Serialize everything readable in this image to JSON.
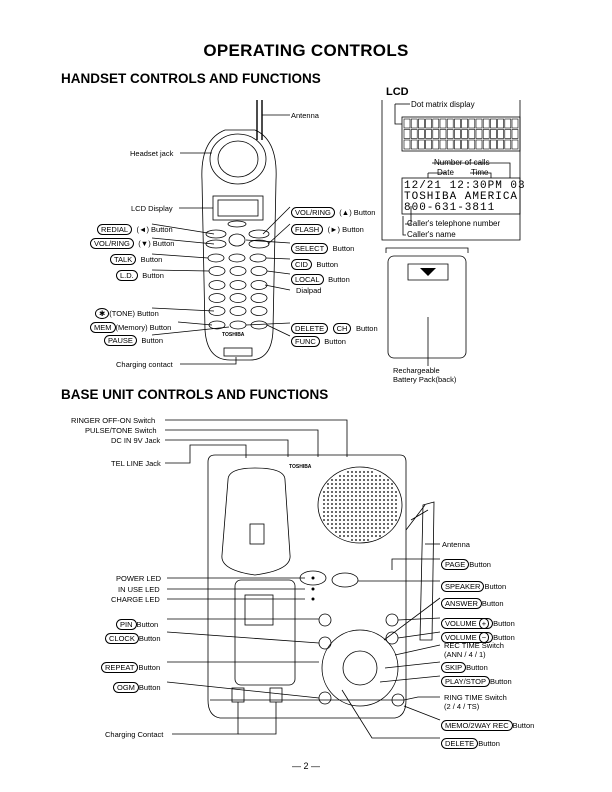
{
  "title": "OPERATING CONTROLS",
  "handset": {
    "heading": "HANDSET CONTROLS AND FUNCTIONS",
    "labels": {
      "antenna": "Antenna",
      "headset_jack": "Headset jack",
      "lcd_display": "LCD Display",
      "charging_contact": "Charging contact",
      "dialpad": "Dialpad"
    },
    "left_buttons": [
      {
        "key": "REDIAL",
        "suffix": "(◄) Button"
      },
      {
        "key": "VOL/RING",
        "suffix": "(▼) Button"
      },
      {
        "key": "TALK",
        "suffix": "Button"
      },
      {
        "key": "L.D.",
        "suffix": "Button"
      },
      {
        "key": "✱",
        "suffix": "(TONE) Button"
      },
      {
        "key": "MEM",
        "suffix": "(Memory) Button"
      },
      {
        "key": "PAUSE",
        "suffix": "Button"
      }
    ],
    "right_buttons": [
      {
        "key": "VOL/RING",
        "suffix": "(▲) Button"
      },
      {
        "key": "FLASH",
        "suffix": "(►) Button"
      },
      {
        "key": "SELECT",
        "suffix": "Button"
      },
      {
        "key": "CID",
        "suffix": "Button"
      },
      {
        "key": "LOCAL",
        "suffix": "Button"
      },
      {
        "key": "DELETE",
        "key2": "CH",
        "suffix": "Button"
      },
      {
        "key": "FUNC",
        "suffix": "Button"
      }
    ],
    "brand": "TOSHIBA"
  },
  "lcd": {
    "heading": "LCD",
    "dot_matrix": "Dot matrix display",
    "number_of_calls": "Number of calls",
    "date": "Date",
    "time": "Time",
    "row1": "12/21 12:30PM 03",
    "row2": "TOSHIBA AMERICA",
    "row3": "800-631-3811",
    "callers_number": "Caller's telephone number",
    "callers_name": "Caller's name"
  },
  "battery": {
    "label_line1": "Rechargeable",
    "label_line2": "Battery Pack(back)"
  },
  "base": {
    "heading": "BASE UNIT CONTROLS AND FUNCTIONS",
    "top_labels": {
      "ringer": "RINGER OFF-ON Switch",
      "pulse": "PULSE/TONE Switch",
      "dcin": "DC IN 9V Jack",
      "telline": "TEL LINE Jack"
    },
    "left_leds": [
      "POWER LED",
      "IN USE LED",
      "CHARGE LED"
    ],
    "left_buttons": [
      {
        "key": "PIN",
        "suffix": "Button"
      },
      {
        "key": "CLOCK",
        "suffix": "Button"
      },
      {
        "key": "REPEAT",
        "suffix": "Button"
      },
      {
        "key": "OGM",
        "suffix": "Button"
      }
    ],
    "charging_contact": "Charging Contact",
    "antenna": "Antenna",
    "right_buttons": [
      {
        "key": "PAGE",
        "suffix": "Button"
      },
      {
        "key": "SPEAKER",
        "suffix": "Button"
      },
      {
        "key": "ANSWER",
        "suffix": "Button"
      },
      {
        "key": "VOLUME",
        "sym": "+",
        "suffix": "Button"
      },
      {
        "key": "VOLUME",
        "sym": "−",
        "suffix": "Button"
      }
    ],
    "rec_time": "REC TIME Switch",
    "rec_time_opts": "(ANN / 4 / 1)",
    "skip": {
      "key": "SKIP",
      "suffix": "Button"
    },
    "play": {
      "key": "PLAY/STOP",
      "suffix": "Button"
    },
    "ring_time": "RING TIME Switch",
    "ring_time_opts": "(2 / 4 / TS)",
    "memo": {
      "key": "MEMO/2WAY REC",
      "suffix": "Button"
    },
    "delete": {
      "key": "DELETE",
      "suffix": "Button"
    },
    "brand": "TOSHIBA"
  },
  "page_number": "— 2 —"
}
